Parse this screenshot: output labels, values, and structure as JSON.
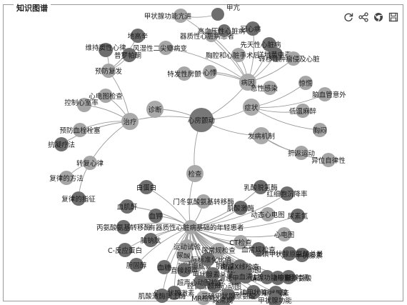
{
  "panel": {
    "title": "知识图谱"
  },
  "toolbar": {
    "icons": [
      "refresh-icon",
      "share-icon",
      "chrome-icon",
      "save-icon"
    ]
  },
  "colors": {
    "edge": "#9a9a9a",
    "root": "#777777",
    "category": "#aaaaaa",
    "leaf_light": "#a6a6a6",
    "leaf_dark": "#6e6e6e"
  },
  "nodes": {
    "root": "心房颤动",
    "cat_treat": "治疗",
    "cat_diag": "诊断",
    "cat_cause": "病因",
    "cat_symptom": "症状",
    "cat_mech": "发病机制",
    "cat_check": "检查",
    "n_ht": "甲状腺功能亢进",
    "n_hyperthyroid": "甲亢",
    "n_structural": "器质性心脏病患者",
    "n_hypertensive": "高血压性心脏病",
    "n_rheum": "风湿性二尖瓣病变",
    "n_coronary": "冠心病",
    "n_congenital": "先天性心脏病",
    "n_after_surgery": "胸腔和心脏手术后",
    "n_drinking": "洋地黄中毒",
    "n_metastatic": "转移性肿瘤侵及心脏",
    "n_idiopathic": "特发性房颤",
    "n_emotion": "心悸",
    "n_acute": "急性感染",
    "n_fatigue": "惊慌",
    "n_outside": "脑血管意外",
    "n_low_bp": "低温麻醉",
    "n_chest": "胸闷",
    "n_ectopic": "异位自律性",
    "n_reentry": "折返运动",
    "n_ecg": "心电图检查",
    "n_control_rate": "控制心室率",
    "n_digoxin": "地高辛",
    "n_propranolol": "普罗帕酮",
    "n_keep_rhythm": "维持窦性心律",
    "n_prevent_embolism": "预防血栓栓塞",
    "n_recur": "预防复发",
    "n_anticoag": "抗凝疗法",
    "n_convert": "转复心律",
    "n_method": "复律的方法",
    "n_indication": "复律的指征",
    "n_bnp": "血肌酐",
    "n_protein": "白蛋白",
    "n_blood_k": "血钾",
    "n_gfr": "门冬氨酸氨基转移酶",
    "n_ck": "肌酸激酶",
    "n_ldh": "乳酸脱氢酶",
    "n_alt": "丙氨酸氨基转移酶",
    "n_crp": "C-反应蛋白",
    "n_organic": "有器质性心脏病基础的年轻患者",
    "n_tsh": "促甲状腺激素",
    "n_ct": "CT检查",
    "n_mr": "MR检查",
    "n_blood_routine": "血常规检查",
    "n_ecg2": "心电图",
    "n_rbc": "红细胞沉降率",
    "n_urea": "尿素氮",
    "n_pt": "凝血酶原时间",
    "n_ft3": "游离三碘甲状腺原氨酸",
    "n_ft4": "游离甲状腺素",
    "n_t3": "三碘甲状腺原氨酸",
    "n_t4": "甲状腺素",
    "n_tt3": "血清总三碘甲腺原氨酸",
    "n_tt4": "血清总甲状腺素",
    "n_trop": "肌钙蛋白",
    "n_mri": "磁共振成像",
    "n_inr": "国际标准化比值",
    "n_echo": "超声心动图",
    "n_bnp2": "脑钠肽",
    "n_thyroid": "甲状腺功能检查",
    "n_cholest": "胆固醇",
    "n_glucose": "血糖",
    "n_ua": "尿酸",
    "n_uric": "尿常规检查",
    "n_dynamic": "动态心电图",
    "n_exercise": "运动试验",
    "n_tee": "经食管超声心动图",
    "n_tte": "直接超声",
    "n_chest_xray": "胸部X线检查",
    "n_tt": "三碘甲状腺原氨酸总量",
    "n_tt_free": "甲状腺素总量",
    "n_serum": "血清",
    "n_ckmb": "肌酸激酶同工酶",
    "n_gold": "超声心动图检查",
    "n_ft": "甲状腺功能",
    "n_uc": "尿常规"
  }
}
